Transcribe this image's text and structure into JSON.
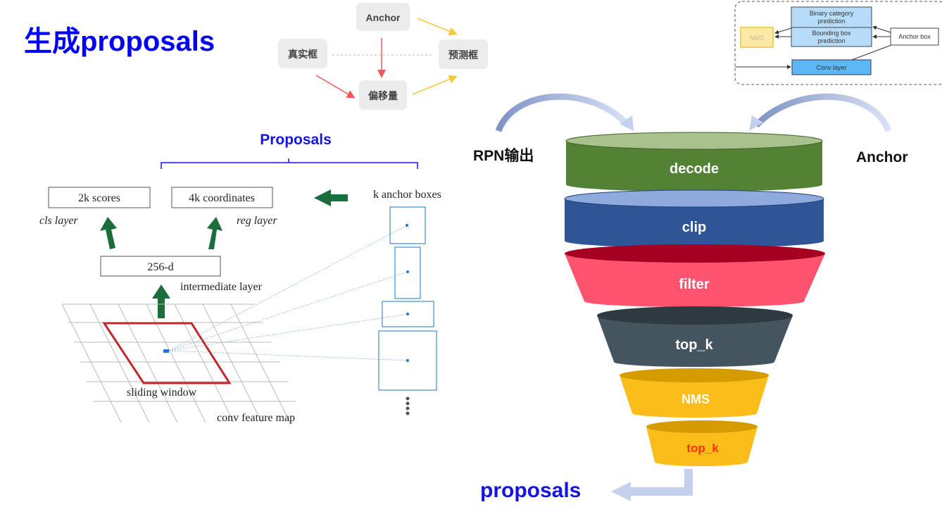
{
  "title": "生成proposals",
  "relation_diagram": {
    "anchor": "Anchor",
    "ground_truth": "真实框",
    "prediction": "预测框",
    "offset": "偏移量"
  },
  "rpn_head_diagram": {
    "binary": "Binary category prediction",
    "binary_l1": "Binary category",
    "binary_l2": "prediction",
    "bbox_l1": "Bounding box",
    "bbox_l2": "prediction",
    "nms": "NMS",
    "anchor_box": "Anchor box",
    "conv": "Conv layer"
  },
  "rpn_figure": {
    "proposals": "Proposals",
    "scores": "2k scores",
    "coords": "4k coordinates",
    "cls_layer": "cls layer",
    "reg_layer": "reg layer",
    "d256": "256-d",
    "intermediate": "intermediate layer",
    "anchor_boxes": "k anchor boxes",
    "sliding_window": "sliding window",
    "conv_map": "conv feature map"
  },
  "funnel": {
    "input_left": "RPN输出",
    "input_right": "Anchor",
    "stages": [
      {
        "label": "decode",
        "color": "#548235"
      },
      {
        "label": "clip",
        "color": "#2f5597"
      },
      {
        "label": "filter",
        "color": "#ff5370"
      },
      {
        "label": "top_k",
        "color": "#44555f"
      },
      {
        "label": "NMS",
        "color": "#fbbd1a"
      },
      {
        "label": "top_k",
        "color": "#fbbd1a"
      }
    ],
    "output": "proposals"
  },
  "colors": {
    "title": "#0000ff",
    "proposals_label": "#1414e6",
    "arrow_green": "#1a6e3c",
    "window_red": "#c0282e"
  }
}
